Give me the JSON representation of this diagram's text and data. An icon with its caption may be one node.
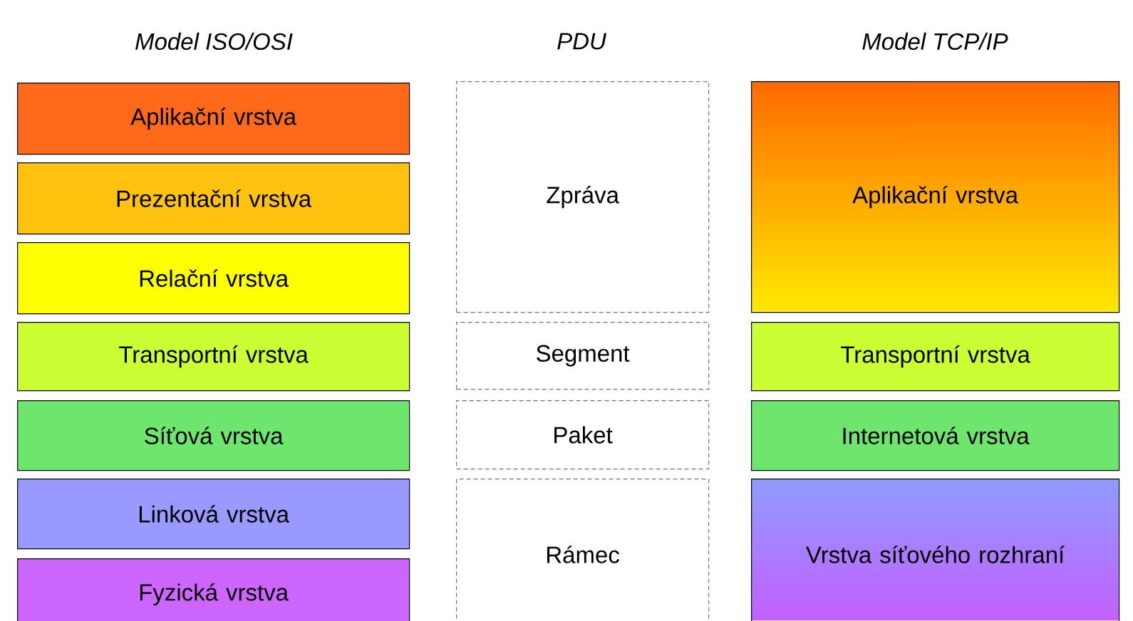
{
  "diagram": {
    "nodes": [
      {
        "text": [
          "Aplikační vrstva"
        ]
      },
      {
        "text": [
          "Prezentační vrstva"
        ]
      },
      {
        "text": [
          "Relační vrstva"
        ]
      },
      {
        "text": [
          "Transportní vrstva"
        ]
      },
      {
        "text": [
          "Síťová vrstva"
        ]
      },
      {
        "text": [
          "Linková vrstva"
        ]
      },
      {
        "text": [
          "Fyzická vrstva"
        ]
      },
      {
        "text": [
          "Zpráva"
        ]
      },
      {
        "text": [
          "Segment"
        ]
      },
      {
        "text": [
          "Paket"
        ]
      },
      {
        "text": [
          "Rámec"
        ]
      },
      {
        "text": [
          "Aplikační vrstva"
        ]
      },
      {
        "text": [
          "Transportní vrstva"
        ]
      },
      {
        "text": [
          "Internetová vrstva"
        ]
      },
      {
        "text": [
          "Vrstva síťového rozhraní"
        ]
      }
    ],
    "labels": [
      "Model ISO/OSI",
      "PDU",
      "Model TCP/IP"
    ]
  }
}
